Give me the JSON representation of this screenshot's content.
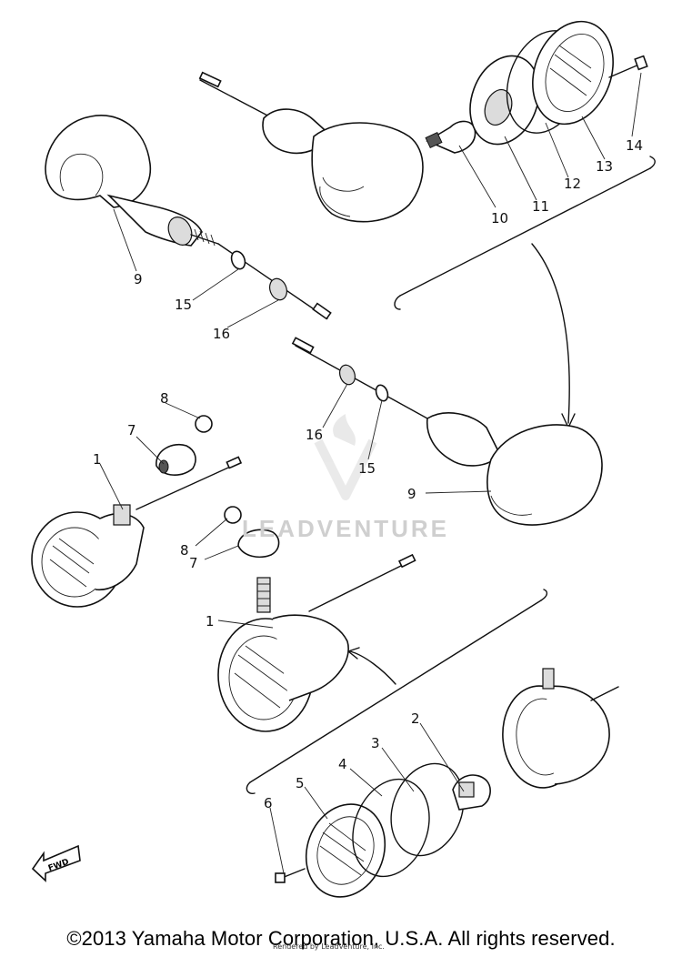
{
  "diagram": {
    "callouts": [
      "1",
      "1",
      "2",
      "3",
      "4",
      "5",
      "6",
      "7",
      "7",
      "8",
      "8",
      "9",
      "9",
      "10",
      "11",
      "12",
      "13",
      "14",
      "15",
      "15",
      "16",
      "16"
    ],
    "fwd_label": "FWD"
  },
  "watermark": {
    "text": "LEADVENTURE"
  },
  "footer": {
    "copyright": "©2013 Yamaha Motor Corporation, U.S.A. All rights reserved.",
    "rendered_by": "Rendered by LeadVenture, Inc."
  }
}
